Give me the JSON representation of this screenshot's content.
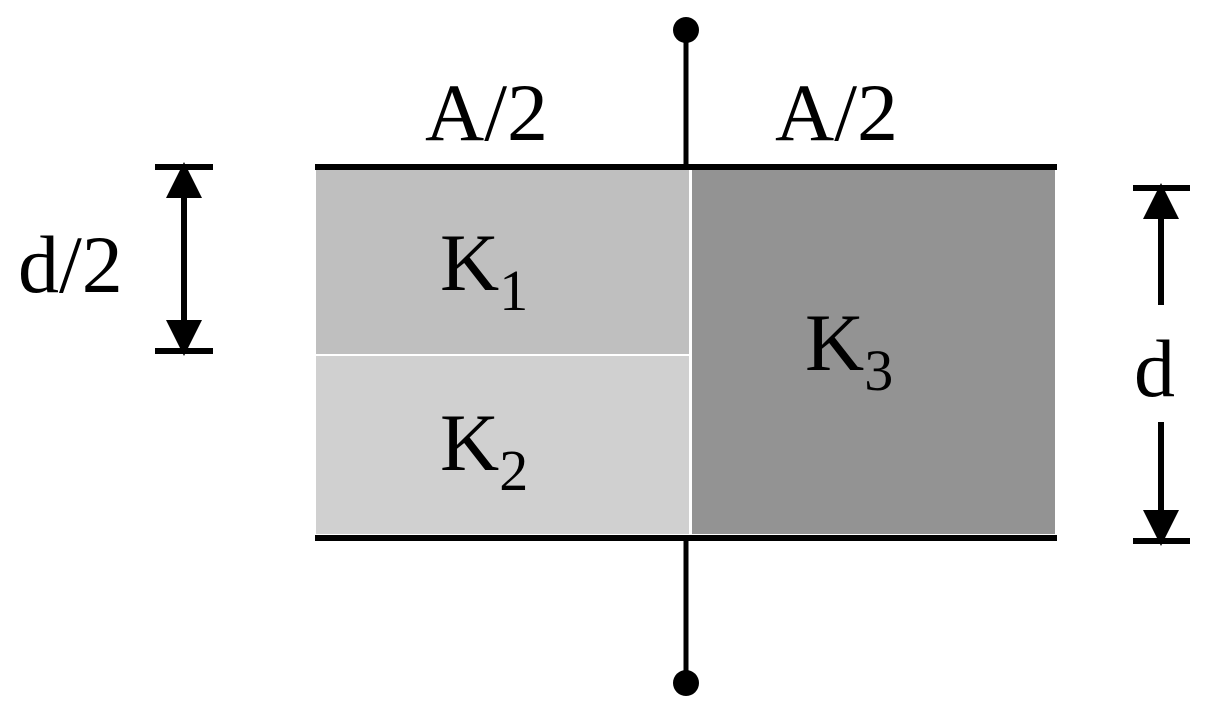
{
  "labels": {
    "area_left": "A/2",
    "area_right": "A/2",
    "half_thickness": "d/2",
    "thickness": "d"
  },
  "dielectrics": [
    {
      "symbol": "K",
      "subscript": "1",
      "color": "#bfbfbf"
    },
    {
      "symbol": "K",
      "subscript": "2",
      "color": "#d0d0d0"
    },
    {
      "symbol": "K",
      "subscript": "3",
      "color": "#939393"
    }
  ],
  "colors": {
    "line": "#000000",
    "background": "#ffffff"
  }
}
